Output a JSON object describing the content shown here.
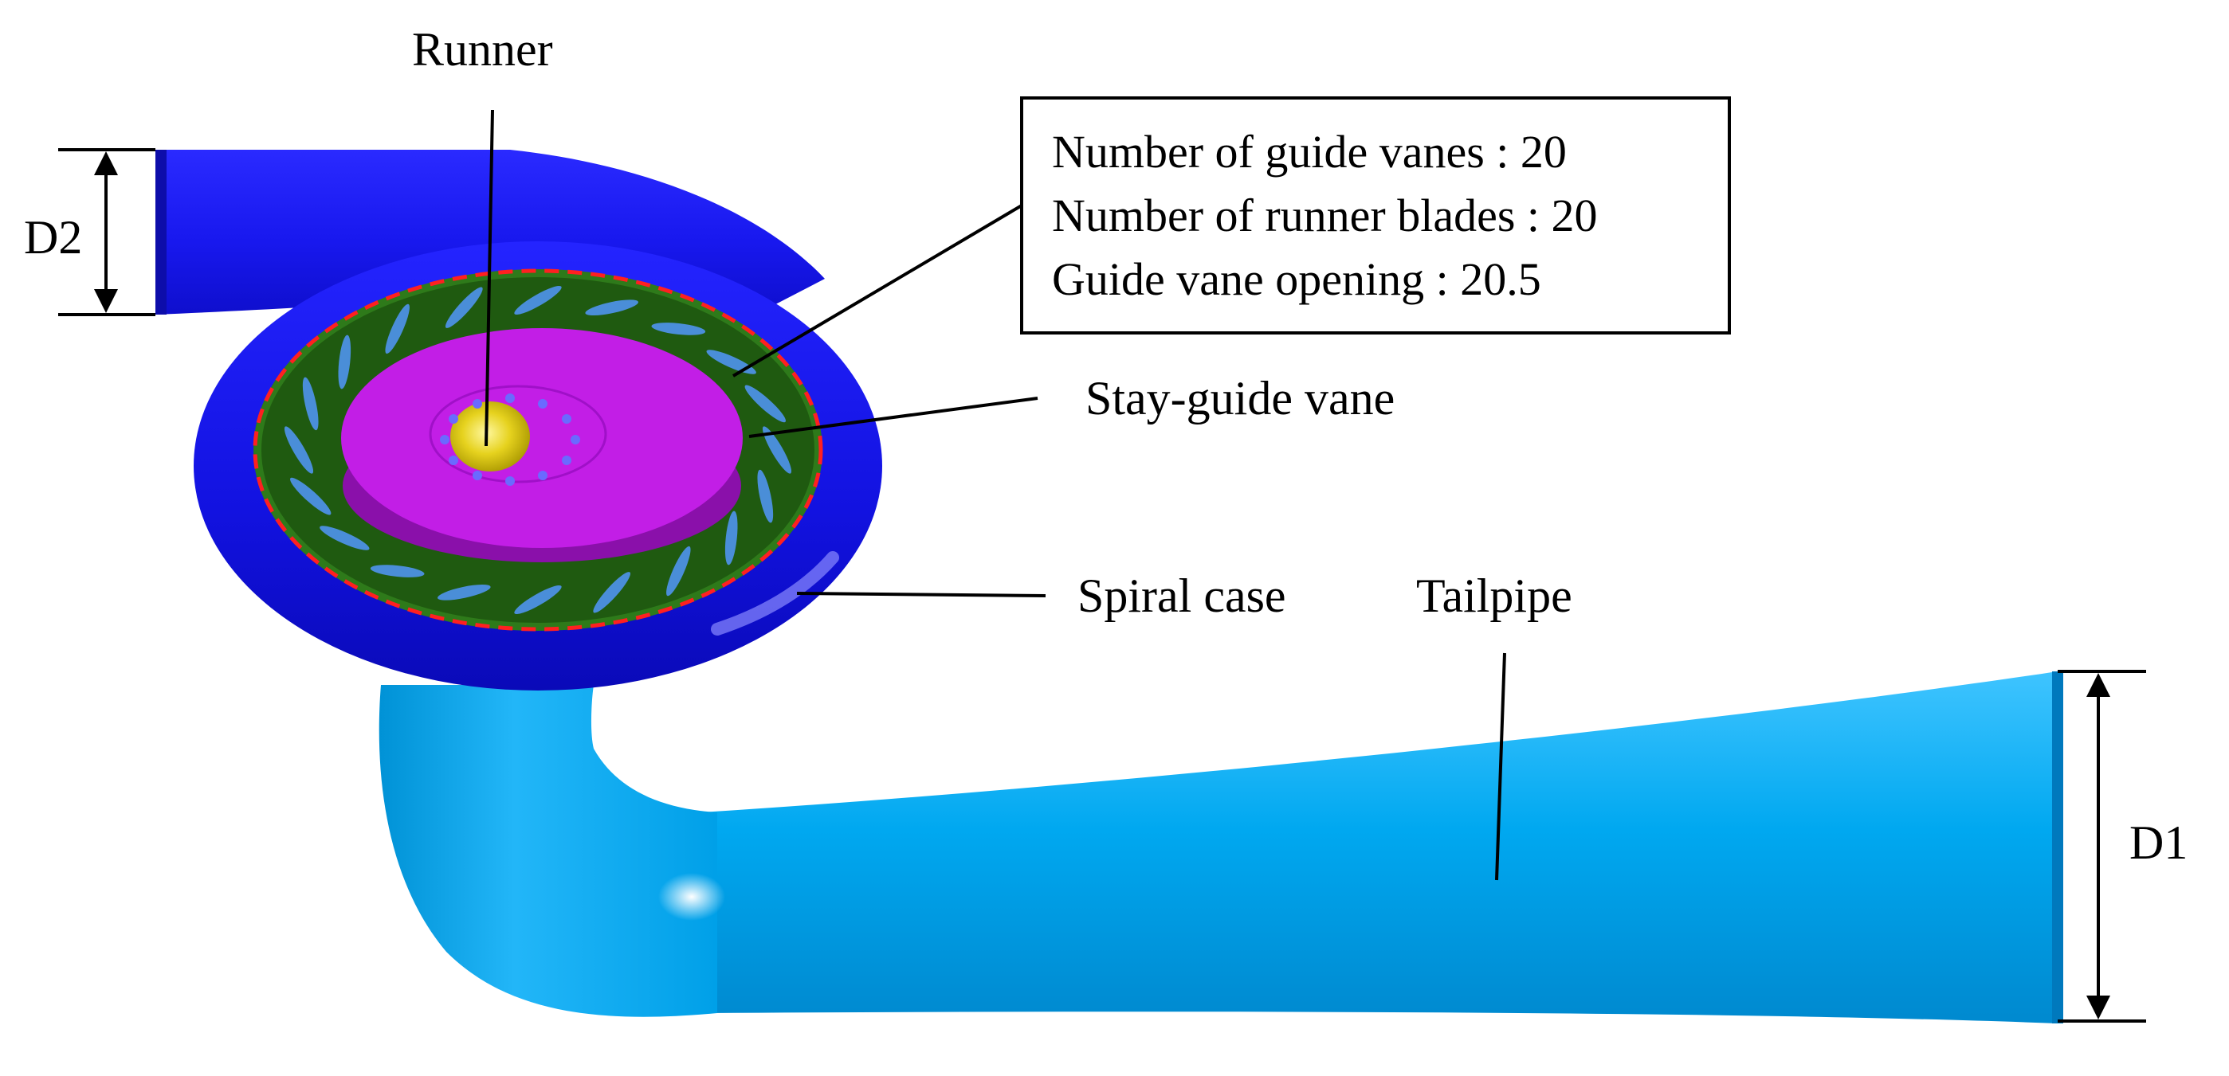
{
  "labels": {
    "runner": "Runner",
    "stay_guide_vane": "Stay-guide vane",
    "spiral_case": "Spiral case",
    "tailpipe": "Tailpipe",
    "d1": "D1",
    "d2": "D2"
  },
  "info_box": {
    "line1": "Number of guide vanes  : 20",
    "line2": "Number of runner blades  : 20",
    "line3": "Guide vane opening : 20.5"
  },
  "colors": {
    "spiral_case": "#1414e6",
    "tailpipe": "#00a8f0",
    "guide_vane_ring": "#1f5a10",
    "runner_cover": "#c21ee6",
    "runner_hub": "#e6d21e",
    "highlight_circle": "#ff2020"
  }
}
